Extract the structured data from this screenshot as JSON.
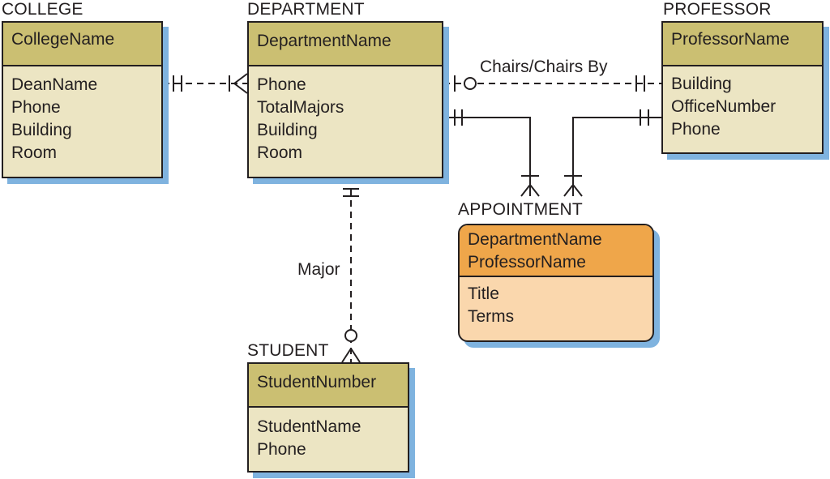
{
  "entities": {
    "college": {
      "title": "COLLEGE",
      "key": [
        "CollegeName"
      ],
      "attributes": [
        "DeanName",
        "Phone",
        "Building",
        "Room"
      ]
    },
    "department": {
      "title": "DEPARTMENT",
      "key": [
        "DepartmentName"
      ],
      "attributes": [
        "Phone",
        "TotalMajors",
        "Building",
        "Room"
      ]
    },
    "professor": {
      "title": "PROFESSOR",
      "key": [
        "ProfessorName"
      ],
      "attributes": [
        "Building",
        "OfficeNumber",
        "Phone"
      ]
    },
    "appointment": {
      "title": "APPOINTMENT",
      "key": [
        "DepartmentName",
        "ProfessorName"
      ],
      "attributes": [
        "Title",
        "Terms"
      ]
    },
    "student": {
      "title": "STUDENT",
      "key": [
        "StudentNumber"
      ],
      "attributes": [
        "StudentName",
        "Phone"
      ]
    }
  },
  "relationships": {
    "chairs": {
      "label": "Chairs/Chairs By"
    },
    "major": {
      "label": "Major"
    }
  },
  "colors": {
    "entity_body": "#ece5c3",
    "entity_key": "#cbbf72",
    "weak_body": "#fad7ad",
    "weak_key": "#efa64a",
    "shadow": "#7fb3df",
    "line": "#231f20"
  }
}
